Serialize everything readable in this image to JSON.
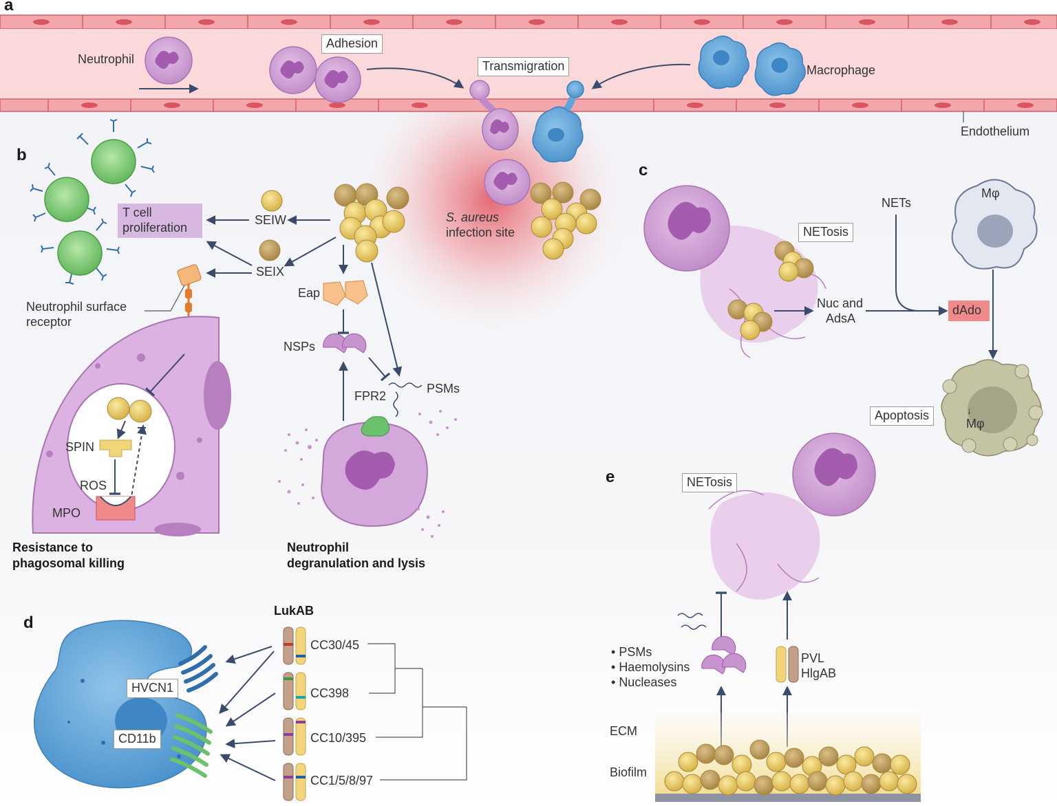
{
  "colors": {
    "vessel": "#f6c6c6",
    "vessel_border": "#d9666f",
    "neutrophil": "#c894cf",
    "neutrophil_nucleus": "#9d5aa8",
    "macrophage": "#5ea6d8",
    "tcell": "#7fcf7a",
    "bacteria": "#e8c75a",
    "bacteria_dark": "#c0a050",
    "infection_glow": "#e05560",
    "arrow": "#3a4a6b",
    "dado_box": "#f08a8a",
    "tcell_box": "#d7b8e0",
    "receptor": "#e57b2a",
    "apoptotic": "#b8b89a",
    "fpr2": "#6cc26c"
  },
  "panels": {
    "a": "a",
    "b": "b",
    "c": "c",
    "d": "d",
    "e": "e"
  },
  "panel_a": {
    "neutrophil": "Neutrophil",
    "adhesion": "Adhesion",
    "transmigration": "Transmigration",
    "macrophage": "Macrophage",
    "endothelium": "Endothelium",
    "infection_site_italic": "S. aureus",
    "infection_site": "infection site"
  },
  "panel_b": {
    "tcell_proliferation_1": "T cell",
    "tcell_proliferation_2": "proliferation",
    "seiw": "SEIW",
    "seix": "SEIX",
    "receptor_1": "Neutrophil surface",
    "receptor_2": "receptor",
    "eap": "Eap",
    "nsps": "NSPs",
    "fpr2": "FPR2",
    "psms": "PSMs",
    "spin": "SPIN",
    "ros": "ROS",
    "mpo": "MPO",
    "caption_left_1": "Resistance to",
    "caption_left_2": "phagosomal killing",
    "caption_right_1": "Neutrophil",
    "caption_right_2": "degranulation and lysis"
  },
  "panel_c": {
    "netosis": "NETosis",
    "nets": "NETs",
    "m_phi_top": "Mφ",
    "nuc_1": "Nuc and",
    "nuc_2": "AdsA",
    "dado": "dAdo",
    "apoptosis": "Apoptosis",
    "m_phi_down": "↓",
    "m_phi_bottom": "Mφ"
  },
  "panel_d": {
    "lukab": "LukAB",
    "hvcn1": "HVCN1",
    "cd11b": "CD11b",
    "clades": [
      "CC30/45",
      "CC398",
      "CC10/395",
      "CC1/5/8/97"
    ]
  },
  "panel_e": {
    "netosis": "NETosis",
    "bullets": [
      "PSMs",
      "Haemolysins",
      "Nucleases"
    ],
    "pvl": "PVL",
    "hlgab": "HlgAB",
    "ecm": "ECM",
    "biofilm": "Biofilm"
  }
}
